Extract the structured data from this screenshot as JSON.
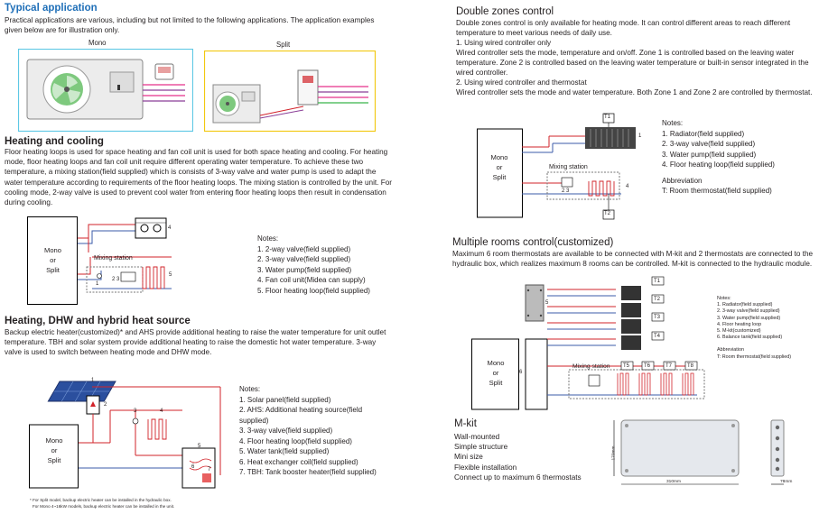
{
  "typical": {
    "title": "Typical application",
    "intro": "Practical applications are various, including but not limited to the following applications. The application examples given below are for illustration only.",
    "mono_label": "Mono",
    "split_label": "Split"
  },
  "heating_cooling": {
    "title": "Heating and cooling",
    "body": "Floor heating loops is used for space heating and fan coil unit is used for both space heating and cooling. For heating mode, floor heating loops and fan coil unit require different operating water temperature. To achieve these two temperature, a mixing station(field supplied) which is consists of 3-way valve and water pump is used to adapt the water temperature according to requirements of the floor heating loops. The mixing station is controlled by the unit. For cooling mode, 2-way valve is used to prevent cool water from entering floor heating loops then result in condensation during cooling.",
    "unit_line1": "Mono",
    "unit_line2": "or",
    "unit_line3": "Split",
    "mixing_station": "Mixing station",
    "notes_title": "Notes:",
    "notes": [
      "1. 2-way valve(field supplied)",
      "2. 3-way valve(field supplied)",
      "3. Water pump(field supplied)",
      "4. Fan coil unit(Midea can supply)",
      "5. Floor heating loop(field supplied)"
    ]
  },
  "dhw": {
    "title": "Heating, DHW and hybrid heat source",
    "body": "Backup electric heater(customized)* and AHS provide additional heating to raise the water temperature for unit outlet temperature. TBH and solar system provide additional heating to raise the domestic hot water temperature. 3-way valve is used to switch between heating mode and DHW mode.",
    "unit_line1": "Mono",
    "unit_line2": "or",
    "unit_line3": "Split",
    "notes_title": "Notes:",
    "notes": [
      "1. Solar panel(field supplied)",
      "2. AHS: Additional heating source(field supplied)",
      "3. 3-way valve(field supplied)",
      "4. Floor heating loop(field supplied)",
      "5. Water tank(field supplied)",
      "6. Heat exchanger coil(field supplied)",
      "7. TBH: Tank booster heater(field supplied)"
    ],
    "footnote1": "* For Split model, backup electric heater can be installed in the hydraulic box.",
    "footnote2": "For Mono 4~16kW models, backup electric heater can be installed in the unit."
  },
  "double_zones": {
    "title": "Double zones control",
    "body": "Double zones control is only available for heating mode. It can control different areas to reach different temperature to meet various needs of daily use.",
    "item1": "1. Using wired controller only",
    "item1_desc": "Wired controller sets the mode, temperature and on/off. Zone 1 is controlled based on the leaving water temperature. Zone 2 is controlled based on the leaving water temperature or built-in sensor integrated in the wired controller.",
    "item2": "2. Using wired controller and thermostat",
    "item2_desc": "Wired controller sets the mode and water temperature. Both Zone 1 and Zone 2 are controlled by thermostat.",
    "unit_line1": "Mono",
    "unit_line2": "or",
    "unit_line3": "Split",
    "mixing_station": "Mixing station",
    "t1": "T1",
    "t2": "T2",
    "notes_title": "Notes:",
    "notes": [
      "1. Radiator(field supplied)",
      "2. 3-way valve(field supplied)",
      "3. Water pump(field supplied)",
      "4. Floor heating loop(field supplied)"
    ],
    "abbr_title": "Abbreviation",
    "abbr": "T: Room thermostat(field supplied)"
  },
  "multiple_rooms": {
    "title": "Multiple rooms control(customized)",
    "body": "Maximum 6 room thermostats are available to be connected with M-kit and 2 thermostats are connected to the hydraulic box, which realizes maximum 8 rooms can be controlled. M-kit is connected to the hydraulic module.",
    "unit_line1": "Mono",
    "unit_line2": "or",
    "unit_line3": "Split",
    "mixing_station": "Mixing station",
    "thermostats": [
      "T1",
      "T2",
      "T3",
      "T4",
      "T5",
      "T6",
      "T7",
      "T8"
    ],
    "notes_title": "Notes:",
    "notes": [
      "1. Radiator(field supplied)",
      "2. 3-way valve(field supplied)",
      "3. Water pump(field supplied)",
      "4. Floor heating loop",
      "5. M-kit(customized)",
      "6. Balance tank(field supplied)"
    ],
    "abbr_title": "Abbreviation",
    "abbr": "T: Room thermostat(field supplied)"
  },
  "mkit": {
    "title": "M-kit",
    "features": [
      "Wall-mounted",
      "Simple structure",
      "Mini size",
      "Flexible installation",
      "Connect up to maximum 6 thermostats"
    ],
    "dim_width": "310mm",
    "dim_height": "170mm",
    "dim_depth": "78mm"
  },
  "colors": {
    "heading_blue": "#1f6fb8",
    "pipe_red": "#d2232a",
    "pipe_pink": "#e5308b",
    "pipe_purple": "#8b3f97",
    "pipe_green": "#39b54a",
    "frame_cyan": "#5ec8e5",
    "frame_yellow": "#f2c80f"
  }
}
